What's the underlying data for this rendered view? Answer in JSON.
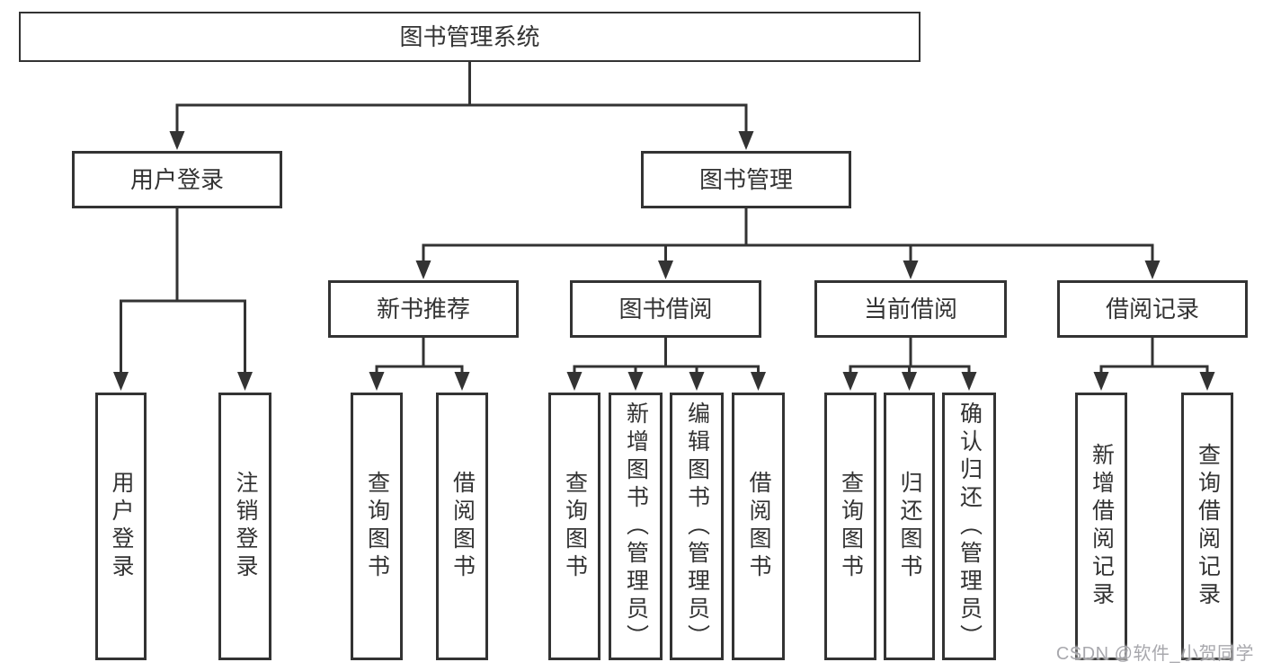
{
  "nodes": {
    "root": "图书管理系统",
    "tier2": [
      "用户登录",
      "图书管理"
    ],
    "tier3": [
      "新书推荐",
      "图书借阅",
      "当前借阅",
      "借阅记录"
    ],
    "tier4": {
      "user_login": [
        "用户登录",
        "注销登录"
      ],
      "new_book_recommend": [
        "查询图书",
        "借阅图书"
      ],
      "book_borrow": [
        "查询图书",
        "新增图书（管理员）",
        "编辑图书（管理员）",
        "借阅图书"
      ],
      "current_borrow": [
        "查询图书",
        "归还图书",
        "确认归还（管理员）"
      ],
      "borrow_record": [
        "新增借阅记录",
        "查询借阅记录"
      ]
    }
  },
  "watermark": "CSDN @软件_小贺同学",
  "colors": {
    "line": "#333333",
    "text": "#333333",
    "background": "#ffffff",
    "watermark": "#9e9ea4"
  }
}
